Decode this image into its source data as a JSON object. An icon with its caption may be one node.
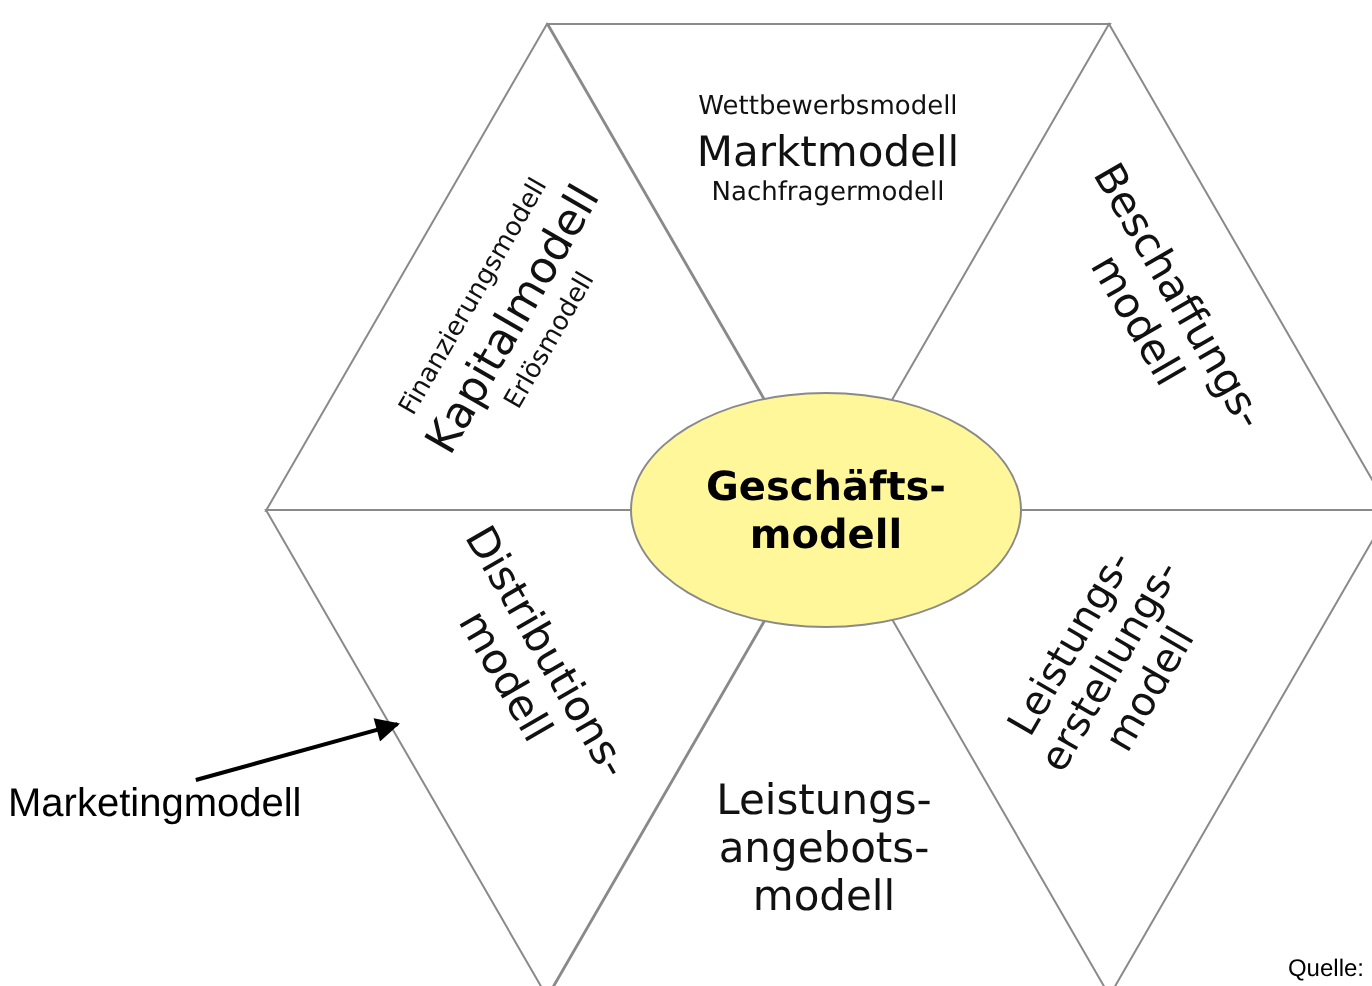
{
  "diagram": {
    "nodes": [
      {
        "text": [
          "Wettbewerbsmodell",
          "Marktmodell",
          "Nachfragermodell"
        ]
      },
      {
        "text": [
          "Finanzierungsmodell",
          "Kapitalmodell",
          "Erlösmodell"
        ]
      },
      {
        "text": [
          "Beschaffungs- modell"
        ]
      },
      {
        "text": [
          "Geschäfts- modell"
        ]
      },
      {
        "text": [
          "Distributions- modell"
        ]
      },
      {
        "text": [
          "Leistungs- erstellungs- modell"
        ]
      },
      {
        "text": [
          "Leistungs- angebots- modell"
        ]
      },
      {
        "text": [
          "Marketingmodell"
        ]
      }
    ],
    "edges": [
      {
        "from": 7,
        "to": 4,
        "arrow": "to"
      }
    ],
    "labels": [
      "Quelle:"
    ]
  }
}
